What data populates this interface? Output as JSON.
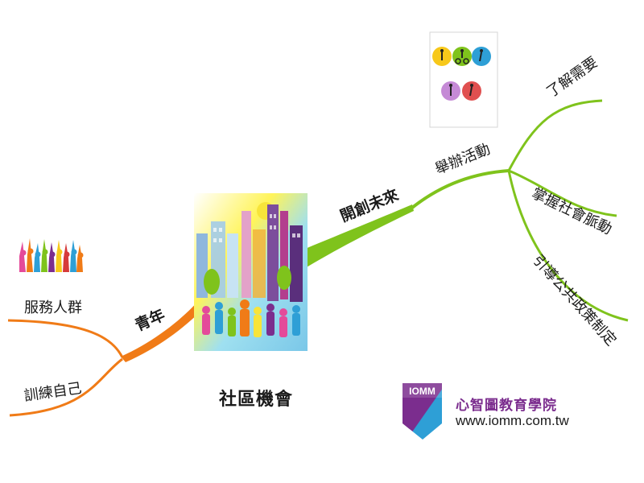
{
  "mindmap": {
    "center": {
      "label": "社區機會"
    },
    "branches": [
      {
        "label": "青年",
        "color": "#f07b17",
        "children": [
          {
            "label": "服務人群"
          },
          {
            "label": "訓練自己"
          }
        ]
      },
      {
        "label": "開創未來",
        "color": "#7fc31c",
        "children": [
          {
            "label": "舉辦活動",
            "children": [
              {
                "label": "了解需要"
              },
              {
                "label": "掌握社會脈動"
              },
              {
                "label": "引導公共政策制定"
              }
            ]
          }
        ]
      }
    ]
  },
  "brand": {
    "name": "心智圖教育學院",
    "url": "www.iomm.com.tw",
    "logo_text": "IOMM",
    "colors": {
      "purple": "#7b2d8e",
      "blue": "#2e9fd6"
    }
  },
  "images": {
    "center_illustration": "city-people-illustration",
    "crowd": "cheering-crowd-silhouettes",
    "activities": "sports-activity-icons"
  }
}
